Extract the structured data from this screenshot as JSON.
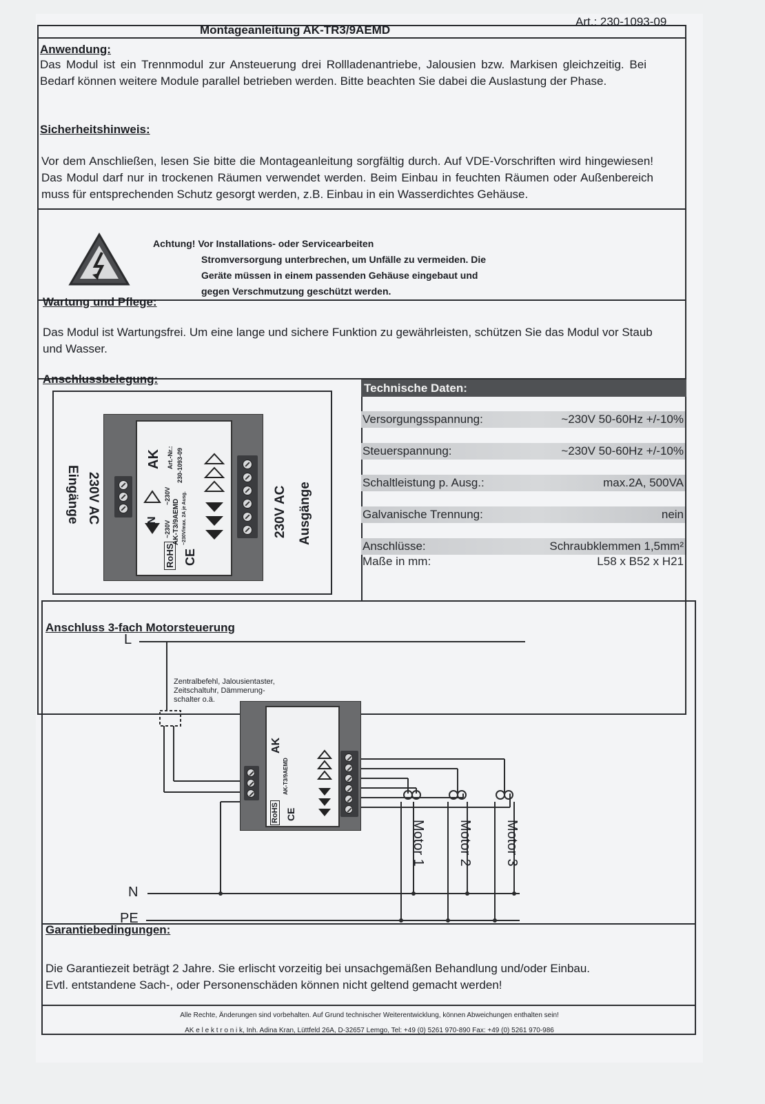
{
  "header": {
    "title": "Montageanleitung AK-TR3/9AEMD",
    "article": "Art.: 230-1093-09"
  },
  "anwendung": {
    "heading": "Anwendung:",
    "text": "Das Modul ist ein Trennmodul zur Ansteuerung drei Rollladenantriebe, Jalousien bzw. Markisen gleichzeitig. Bei Bedarf können weitere Module parallel betrieben werden. Bitte beachten Sie dabei die Auslastung der Phase."
  },
  "sicherheit": {
    "heading": "Sicherheitshinweis:",
    "text": "Vor dem Anschließen, lesen Sie bitte die Montageanleitung sorgfältig durch. Auf VDE-Vorschriften wird hingewiesen! Das Modul darf nur in trockenen Räumen verwendet werden. Beim Einbau in feuchten Räumen oder Außenbereich muss für entsprechenden Schutz gesorgt werden, z.B. Einbau in ein Wasserdichtes Gehäuse."
  },
  "warning": {
    "line1": "Achtung! Vor Installations- oder Servicearbeiten",
    "line2": "Stromversorgung unterbrechen, um Unfälle zu vermeiden. Die",
    "line3": "Geräte müssen in einem passenden Gehäuse eingebaut und",
    "line4": "gegen Verschmutzung geschützt werden."
  },
  "wartung": {
    "heading": "Wartung und Pflege:",
    "text": "Das Modul ist Wartungsfrei. Um eine lange und sichere Funktion zu gewährleisten, schützen Sie das Modul vor Staub und Wasser."
  },
  "anschlussbelegung": {
    "heading": "Anschlussbelegung:",
    "inputs_label": "230V AC",
    "inputs_sub": "Eingänge",
    "outputs_label": "230V AC",
    "outputs_sub": "Ausgänge",
    "module_brand": "AK",
    "module_artnr_label": "Art.-Nr.:",
    "module_artnr": "230-1093-09",
    "module_volt1": "~230V",
    "module_volt2": "~230V",
    "module_model": "AK-T3/9AEMD",
    "module_max": "~230V/max. 2A je Ausg.",
    "module_n": "N",
    "rohs": "RoHS",
    "ce": "CE"
  },
  "technische_daten": {
    "heading": "Technische Daten:",
    "rows": [
      {
        "label": "Versorgungsspannung:",
        "value": "~230V 50-60Hz +/-10%"
      },
      {
        "label": "Steuerspannung:",
        "value": "~230V 50-60Hz +/-10%"
      },
      {
        "label": "Schaltleistung p. Ausg.:",
        "value": "max.2A, 500VA"
      },
      {
        "label": "Galvanische Trennung:",
        "value": "nein"
      },
      {
        "label": "Anschlüsse:",
        "value": "Schraubklemmen 1,5mm²"
      },
      {
        "label": "Maße in mm:",
        "value": "L58 x B52 x H21"
      }
    ]
  },
  "motorsteuerung": {
    "heading": "Anschluss 3-fach Motorsteuerung",
    "L": "L",
    "N": "N",
    "PE": "PE",
    "switch_note": "Zentralbefehl, Jalousientaster, Zeitschaltuhr, Dämmerung- schalter o.ä.",
    "motor1": "Motor 1",
    "motor2": "Motor 2",
    "motor3": "Motor 3"
  },
  "garantie": {
    "heading": "Garantiebedingungen:",
    "line1": "Die Garantiezeit beträgt 2 Jahre. Sie erlischt vorzeitig bei unsachgemäßen Behandlung und/oder Einbau.",
    "line2": "Evtl. entstandene Sach-, oder Personenschäden können nicht geltend gemacht werden!"
  },
  "footer": {
    "line1": "Alle Rechte, Änderungen sind vorbehalten. Auf Grund technischer Weiterentwicklung, können Abweichungen enthalten sein!",
    "line2": "AK e l e k t r o n i k, Inh. Adina Kran, Lüttfeld 26A, D-32657 Lemgo, Tel: +49 (0) 5261 970-890  Fax: +49 (0) 5261 970-986"
  }
}
